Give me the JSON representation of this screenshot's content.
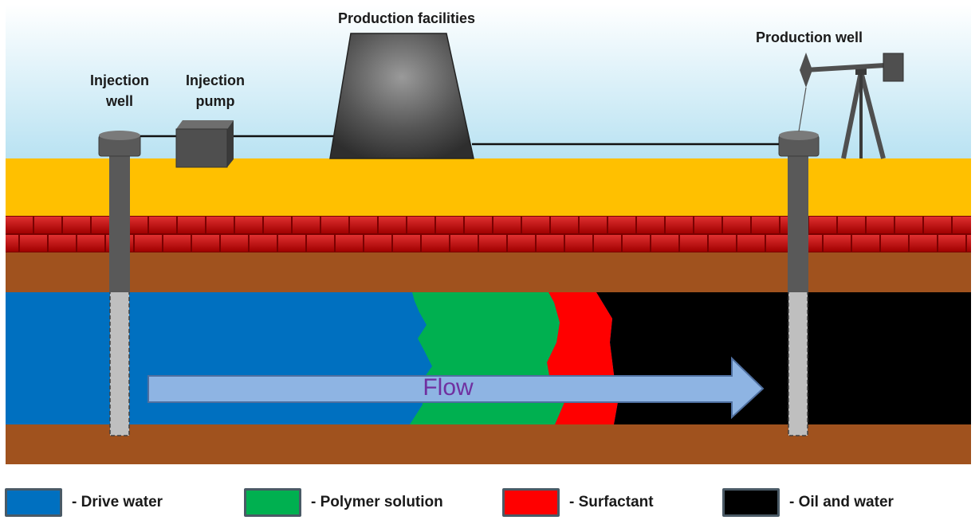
{
  "labels": {
    "injection_well": "Injection\nwell",
    "injection_pump": "Injection\npump",
    "production_facilities": "Production facilities",
    "production_well": "Production well",
    "flow": "Flow"
  },
  "legend": [
    {
      "label": "- Drive water",
      "color": "#0070c0"
    },
    {
      "label": "- Polymer solution",
      "color": "#00b050"
    },
    {
      "label": "- Surfactant",
      "color": "#ff0000"
    },
    {
      "label": "- Oil and water",
      "color": "#000000"
    }
  ],
  "colors": {
    "sky_top": "#ffffff",
    "sky_bottom": "#b8e2f2",
    "sand": "#ffc000",
    "brick": "#c00000",
    "soil": "#a0521e",
    "well_casing": "#595959",
    "well_liner": "#bfbfbf",
    "flow_arrow": "#8eb4e3"
  }
}
